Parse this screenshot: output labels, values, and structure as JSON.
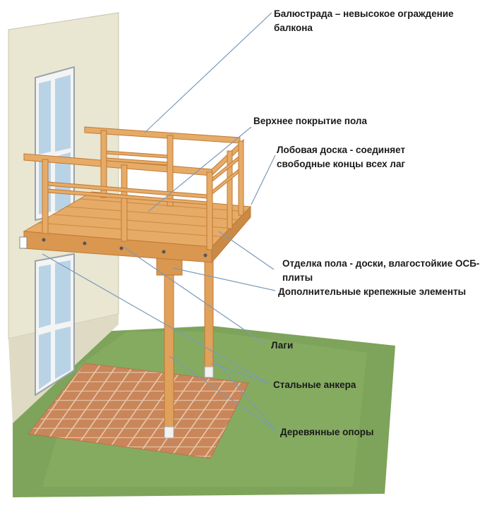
{
  "labels": {
    "balustrade": "Балюстрада – невысокое ограждение\nбалкона",
    "top_floor_cover": "Верхнее покрытие пола",
    "fascia_board": "Лобовая доска - соединяет\nсвободные концы всех лаг",
    "floor_finish": "Отделка пола - доски, влагостойкие ОСБ-\nплиты",
    "extra_fasteners": "Дополнительные крепежные элементы",
    "joists": "Лаги",
    "steel_anchors": "Стальные анкера",
    "wooden_posts": "Деревянные опоры"
  },
  "colors": {
    "wall": "#e9e6d2",
    "wood": "#e0a15a",
    "wood_dark": "#c07a36",
    "tile": "#c9865a",
    "grass": "#7ea35a",
    "leader_line": "#7a9ab8"
  }
}
